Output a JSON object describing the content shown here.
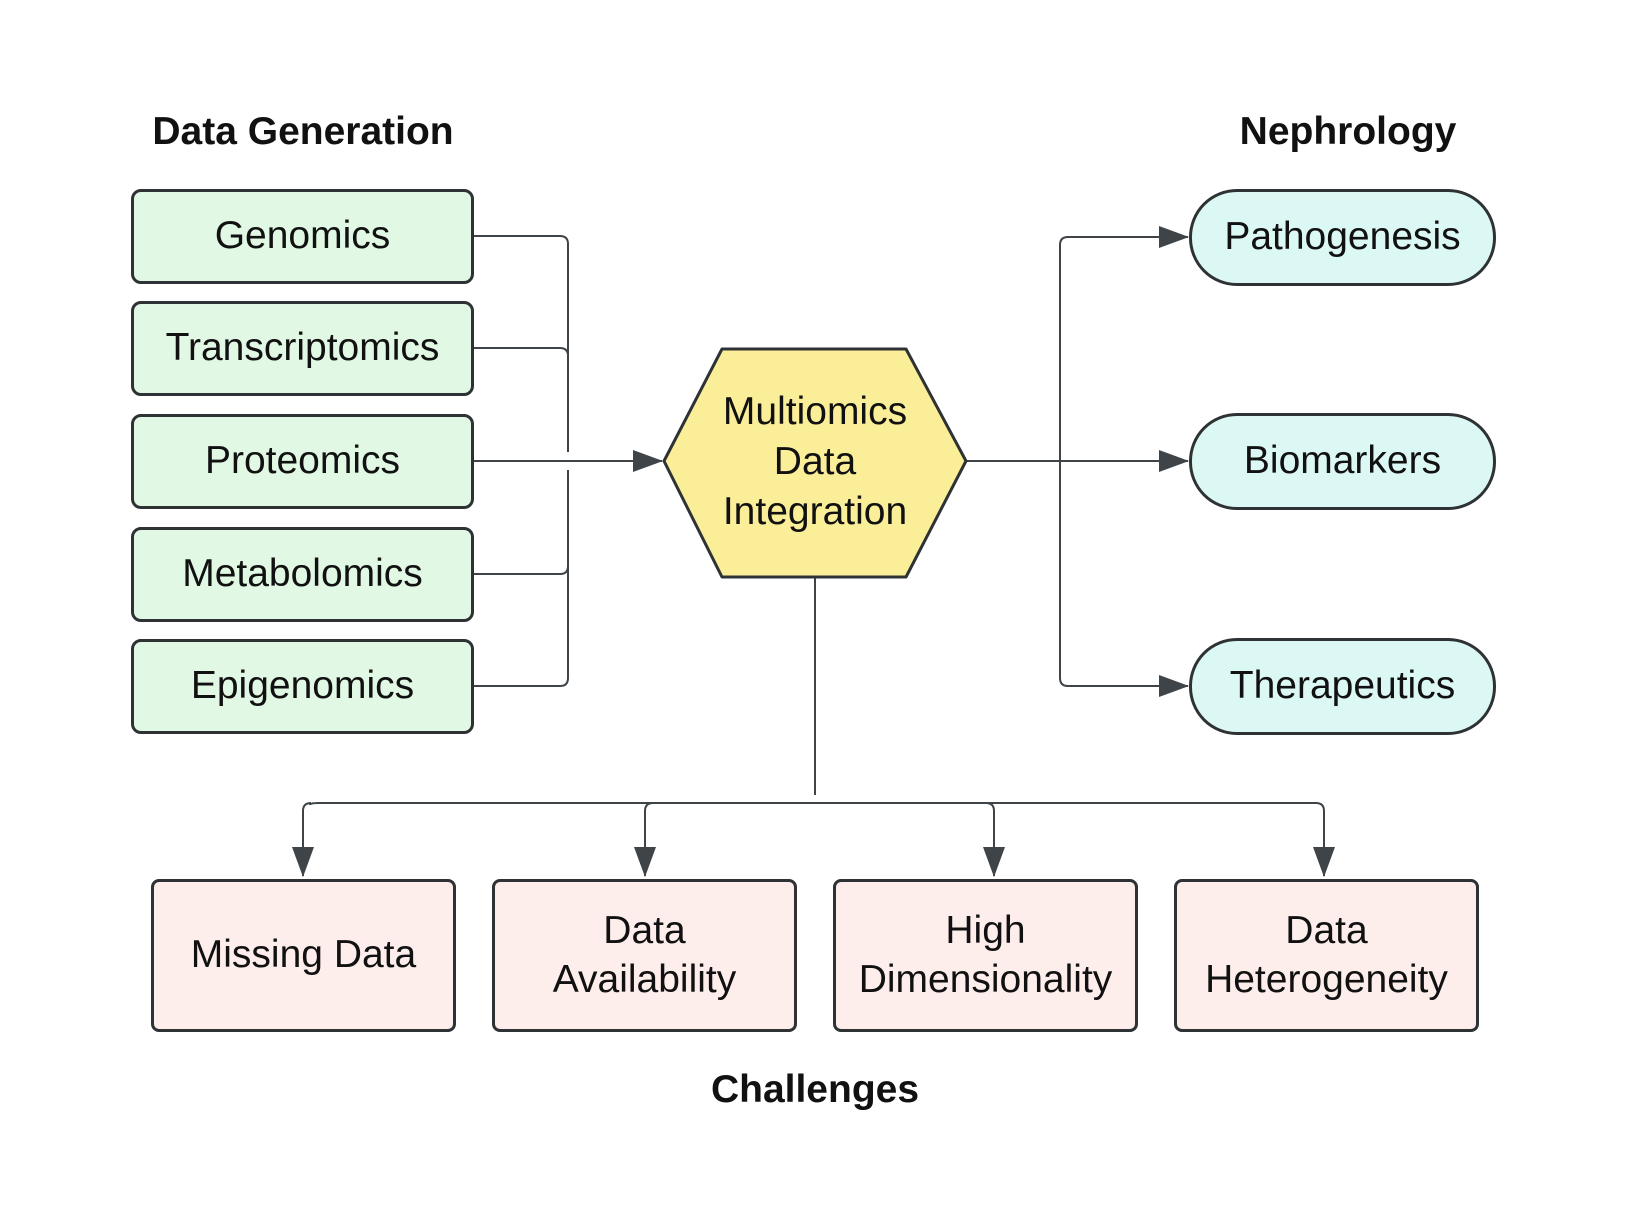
{
  "headings": {
    "data_generation": "Data Generation",
    "nephrology": "Nephrology",
    "challenges": "Challenges"
  },
  "center": {
    "line1": "Multiomics",
    "line2": "Data",
    "line3": "Integration",
    "fill": "#fbee99"
  },
  "data_generation": [
    {
      "label": "Genomics"
    },
    {
      "label": "Transcriptomics"
    },
    {
      "label": "Proteomics"
    },
    {
      "label": "Metabolomics"
    },
    {
      "label": "Epigenomics"
    }
  ],
  "nephrology": [
    {
      "label": "Pathogenesis"
    },
    {
      "label": "Biomarkers"
    },
    {
      "label": "Therapeutics"
    }
  ],
  "challenges": [
    {
      "line1": "Missing Data",
      "line2": ""
    },
    {
      "line1": "Data",
      "line2": "Availability"
    },
    {
      "line1": "High",
      "line2": "Dimensionality"
    },
    {
      "line1": "Data",
      "line2": "Heterogeneity"
    }
  ],
  "colors": {
    "data_generation_fill": "#e1f8e4",
    "nephrology_fill": "#dcf8f4",
    "challenges_fill": "#fdeeec",
    "border": "#2f3234",
    "connector": "#3f4448"
  }
}
